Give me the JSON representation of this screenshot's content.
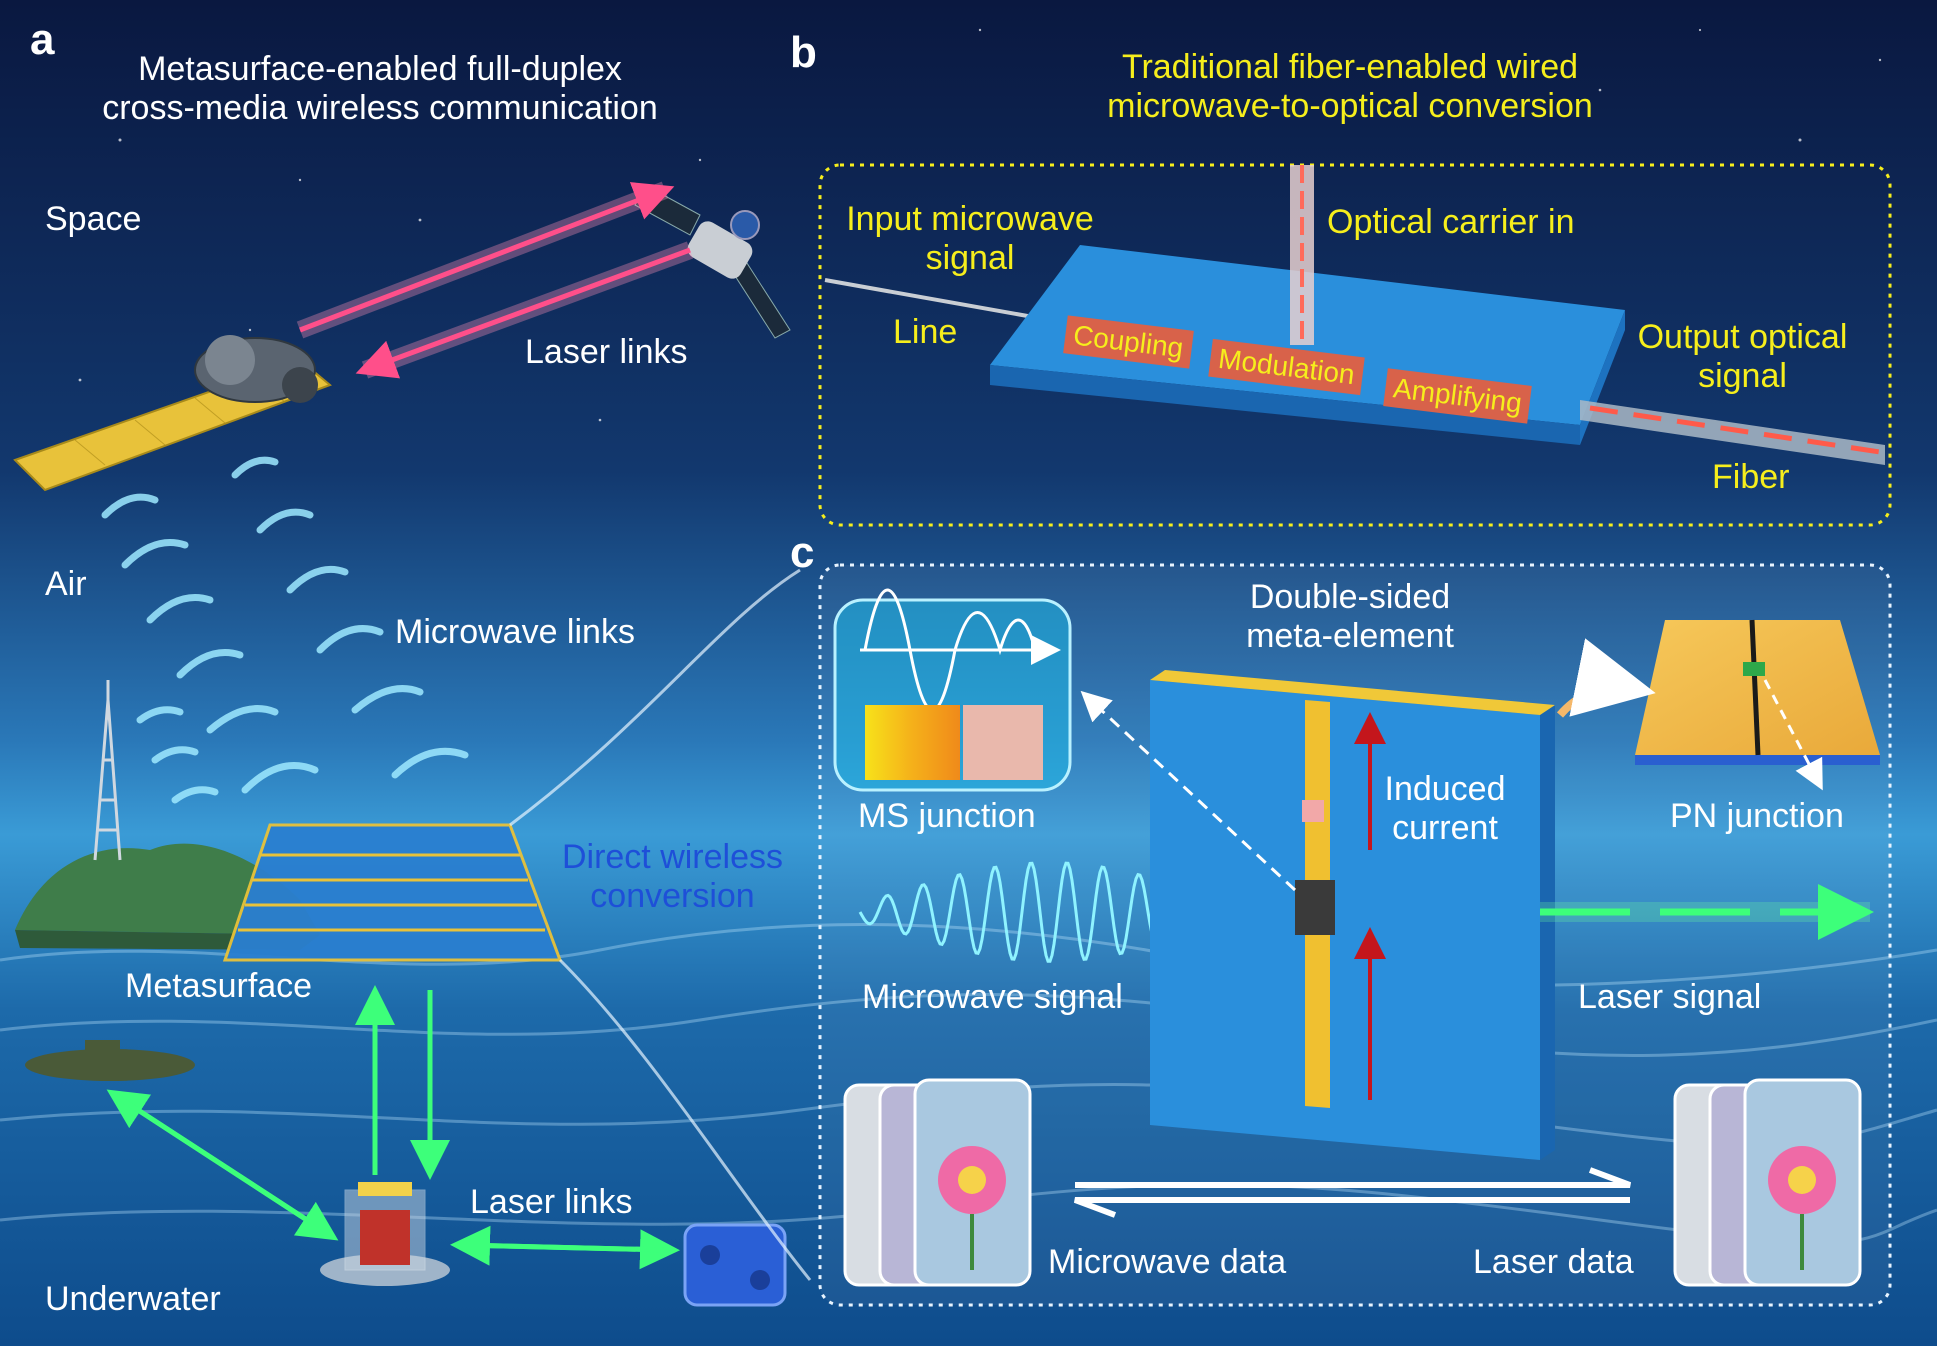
{
  "panels": {
    "a": "a",
    "b": "b",
    "c": "c"
  },
  "panel_a": {
    "title_line1": "Metasurface-enabled full-duplex",
    "title_line2": "cross-media wireless communication",
    "space": "Space",
    "air": "Air",
    "underwater": "Underwater",
    "laser_links_top": "Laser links",
    "microwave_links": "Microwave links",
    "metasurface": "Metasurface",
    "laser_links_bottom": "Laser links",
    "direct_line1": "Direct wireless",
    "direct_line2": "conversion"
  },
  "panel_b": {
    "title_line1": "Traditional fiber-enabled wired",
    "title_line2": "microwave-to-optical conversion",
    "input_line1": "Input microwave",
    "input_line2": "signal",
    "line": "Line",
    "optical_carrier": "Optical carrier in",
    "output_line1": "Output optical",
    "output_line2": "signal",
    "fiber": "Fiber",
    "coupling": "Coupling",
    "modulation": "Modulation",
    "amplifying": "Amplifying"
  },
  "panel_c": {
    "double_line1": "Double-sided",
    "double_line2": "meta-element",
    "ms_junction": "MS junction",
    "induced_line1": "Induced",
    "induced_line2": "current",
    "pn_junction": "PN junction",
    "microwave_signal": "Microwave signal",
    "laser_signal": "Laser signal",
    "microwave_data": "Microwave data",
    "laser_data": "Laser data"
  },
  "colors": {
    "sky_top": "#0a1a3e",
    "sea": "#1b73b8",
    "yellow_text": "#f6ee1c",
    "blue_text": "#1e4fd8",
    "chip_bg": "#d8624a",
    "board": "#2a8fdc",
    "laser_pink": "#ff4f8a",
    "laser_green": "#3dff7a",
    "current_red": "#c4161c"
  }
}
